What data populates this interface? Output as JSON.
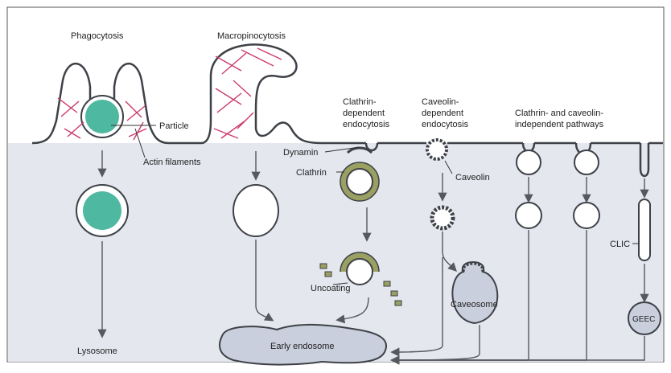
{
  "colors": {
    "cytoplasm": "#e4e7ee",
    "membrane": "#3e4147",
    "particle": "#4fb8a1",
    "actin": "#cc3a6e",
    "clathrin": "#9aa062",
    "caveolin": "#3e4147",
    "arrow": "#55585e",
    "endosome_fill": "#c9cfdc"
  },
  "pathways": {
    "phagocytosis": "Phagocytosis",
    "macropinocytosis": "Macropinocytosis",
    "clathrin_dependent": [
      "Clathrin-",
      "dependent",
      "endocytosis"
    ],
    "caveolin_dependent": [
      "Caveolin-",
      "dependent",
      "endocytosis"
    ],
    "independent": [
      "Clathrin- and caveolin-",
      "independent pathways"
    ]
  },
  "labels": {
    "particle": "Particle",
    "actin_filaments": "Actin filaments",
    "dynamin": "Dynamin",
    "clathrin": "Clathrin",
    "caveolin": "Caveolin",
    "uncoating": "Uncoating",
    "caveosome": "Caveosome",
    "clic": "CLIC",
    "geec": "GEEC",
    "lysosome": "Lysosome",
    "early_endosome": "Early endosome"
  }
}
